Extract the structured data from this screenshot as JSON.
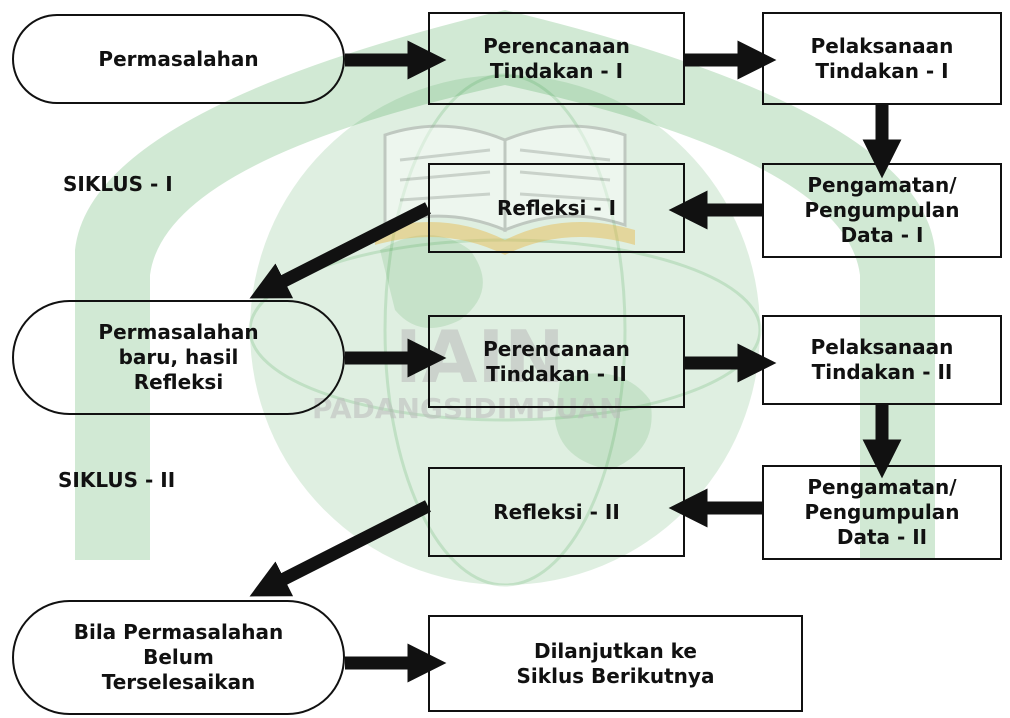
{
  "watermark": {
    "title": "IAIN",
    "subtitle": "PADANGSIDIMPUAN",
    "colors": {
      "arch": "#2e9c3c",
      "globe": "#3a9a45",
      "book": "#e8b84a"
    }
  },
  "cycle_labels": {
    "siklus_1": "SIKLUS - I",
    "siklus_2": "SIKLUS - II"
  },
  "nodes": {
    "permasalahan": "Permasalahan",
    "perencanaan_1": "Perencanaan\nTindakan - I",
    "pelaksanaan_1": "Pelaksanaan\nTindakan - I",
    "pengamatan_1": "Pengamatan/\nPengumpulan\nData - I",
    "refleksi_1": "Refleksi - I",
    "permasalahan_baru": "Permasalahan\nbaru, hasil\nRefleksi",
    "perencanaan_2": "Perencanaan\nTindakan - II",
    "pelaksanaan_2": "Pelaksanaan\nTindakan - II",
    "pengamatan_2": "Pengamatan/\nPengumpulan\nData - II",
    "refleksi_2": "Refleksi - II",
    "bila_belum": "Bila Permasalahan\nBelum\nTerselesaikan",
    "dilanjutkan": "Dilanjutkan ke\nSiklus Berikutnya"
  }
}
